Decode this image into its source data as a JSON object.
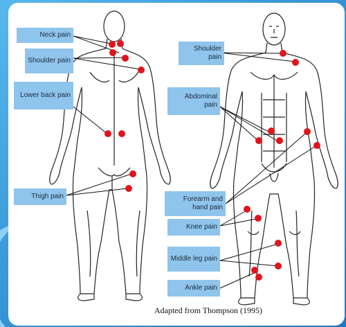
{
  "colors": {
    "background_blue": "#2f8fd2",
    "label_fill": "#8fc4ec",
    "pain_point": "#e0141c",
    "line": "#111111"
  },
  "labels": {
    "neck_pain": "Neck pain",
    "shoulder_pain_back": "Shoulder pain",
    "lower_back_pain": "Lower back pain",
    "thigh_pain": "Thigh pain",
    "shoulder_pain_front": "Shoulder pain",
    "abdominal_pain": "Abdominal pain",
    "forearm_hand_pain": "Forearm and hand pain",
    "knee_pain": "Knee pain",
    "middle_leg_pain": "Middle leg pain",
    "ankle_pain": "Ankle pain"
  },
  "caption": "Adapted from Thompson (1995)",
  "icons": [
    "pain-point-marker"
  ]
}
